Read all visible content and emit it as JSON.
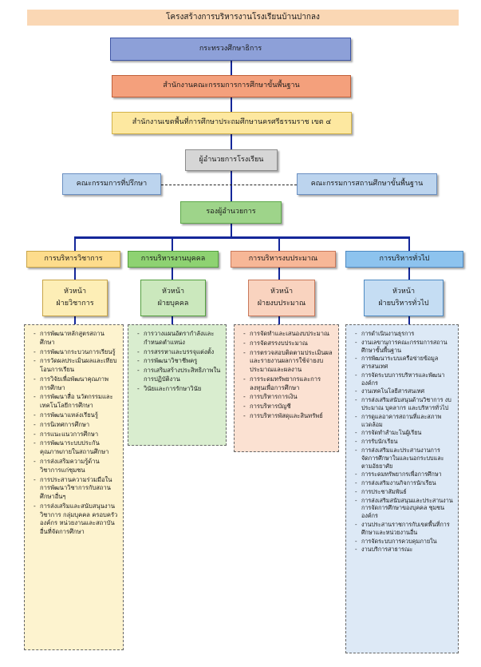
{
  "title": "โครงสร้างการบริหารงานโรงเรียนบ้านปากลง",
  "levels": {
    "ministry": "กระทรวงศึกษาธิการ",
    "obec": "สำนักงานคณะกรรมการการศึกษาขั้นพื้นฐาน",
    "area_office": "สำนักงานเขตพื้นที่การศึกษาประถมศึกษานครศรีธรรมราช เขต ๔",
    "director": "ผู้อำนวยการโรงเรียน",
    "advisory_committee": "คณะกรรมการที่ปรึกษา",
    "school_board": "คณะกรรมการสถานศึกษาขั้นพื้นฐาน",
    "deputy_director": "รองผู้อำนวยการ"
  },
  "departments": [
    {
      "name": "การบริหารวิชาการ",
      "head_line1": "หัวหน้า",
      "head_line2": "ฝ่ายวิชาการ",
      "tasks": [
        "การพัฒนาหลักสูตรสถานศึกษา",
        "การพัฒนากระบวนการเรียนรู้",
        "การวัดผลประเมินผลและเทียบโอนการเรียน",
        "การวิจัยเพื่อพัฒนาคุณภาพการศึกษา",
        "การพัฒนาสื่อ นวัตกรรมและเทคโนโลยีการศึกษา",
        "การพัฒนาแหล่งเรียนรู้",
        "การนิเทศการศึกษา",
        "การแนะแนวการศึกษา",
        "การพัฒนาระบบประกันคุณภาพภายในสถานศึกษา",
        "การส่งเสริมความรู้ด้านวิชาการแก่ชุมชน",
        "การประสานความร่วมมือในการพัฒนาวิชาการกับสถานศึกษาอื่นๆ",
        "การส่งเสริมและสนับสนุนงานวิชาการ กลุ่มบุคคล ครอบครัว องค์กร หน่วยงานและสถาบันอื่นที่จัดการศึกษา"
      ]
    },
    {
      "name": "การบริหารงานบุคคล",
      "head_line1": "หัวหน้า",
      "head_line2": "ฝ่ายบุคคล",
      "tasks": [
        "การวางแผนอัตรากำลังและกำหนดตำแหน่ง",
        "การสรรหาและบรรจุแต่งตั้ง",
        "การพัฒนาวิชาชีพครู",
        "การเสริมสร้างประสิทธิภาพในการปฏิบัติงาน",
        "วินัยและการรักษาวินัย"
      ]
    },
    {
      "name": "การบริหารงบประมาณ",
      "head_line1": "หัวหน้า",
      "head_line2": "ฝ่ายงบประมาณ",
      "tasks": [
        "การจัดทำและเสนองบประมาณ",
        "การจัดสรรงบประมาณ",
        "การตรวจสอบติดตามประเมินผลและรายงานผลการใช้จ่ายงบประมาณและผลงาน",
        "การระดมทรัพยากรและการลงทุนเพื่อการศึกษา",
        "การบริหารการเงิน",
        "การบริหารบัญชี",
        "การบริหารพัสดุและสินทรัพย์"
      ]
    },
    {
      "name": "การบริหารทั่วไป",
      "head_line1": "หัวหน้า",
      "head_line2": "ฝ่ายบริหารทั่วไป",
      "tasks": [
        "การดำเนินงานธุรการ",
        "งานเลขานุการคณะกรรมการสถานศึกษาขั้นพื้นฐาน",
        "การพัฒนาระบบเครือข่ายข้อมูลสารสนเทศ",
        "การจัดระบบการบริหารและพัฒนาองค์กร",
        "งานเทคโนโลยีสารสนเทศ",
        "การส่งเสริมสนับสนุนด้านวิชาการ งบประมาณ บุคลากร และบริหารทั่วไป",
        "การดูแลอาคารสถานที่และสภาพแวดล้อม",
        "การจัดทำสำมะโนผู้เรียน",
        "การรับนักเรียน",
        "การส่งเสริมและประสานงานการจัดการศึกษาในและนอกระบบและตามอัธยาศัย",
        "การระดมทรัพยากรเพื่อการศึกษา",
        "การส่งเสริมงานกิจการนักเรียน",
        "การประชาสัมพันธ์",
        "การส่งเสริมสนับสนุนและประสานงาน การจัดการศึกษาของบุคคล ชุมชน องค์กร",
        "งานประสานราชการกับเขตพื้นที่การศึกษาและหน่วยงานอื่น",
        "การจัดระบบการควบคุมภายใน",
        "งานบริการสาธารณะ"
      ]
    }
  ],
  "colors": {
    "title_bg": "#fad7b4",
    "ministry": "#8da0d8",
    "obec": "#f4a07c",
    "area_office": "#fde8a0",
    "director": "#d6d6d6",
    "committee": "#bcd4ee",
    "deputy": "#9ed48a",
    "dept1": "#fddc8c",
    "dept2": "#8ed272",
    "dept3": "#f7b797",
    "dept4": "#8dc3ee",
    "connector": "#14279a"
  }
}
